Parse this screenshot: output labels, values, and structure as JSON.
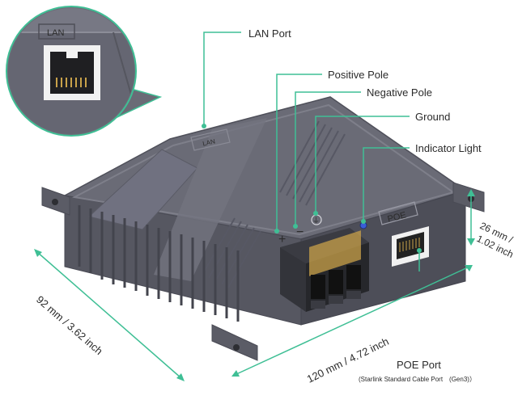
{
  "callouts": {
    "lan_port": "LAN Port",
    "positive_pole": "Positive Pole",
    "negative_pole": "Negative Pole",
    "ground": "Ground",
    "indicator_light": "Indicator Light",
    "poe_port": "POE Port",
    "poe_port_sub": "(Starlink Standard Cable Port　(Gen3)）"
  },
  "dimensions": {
    "depth": "92 mm / 3.62 inch",
    "width": "120 mm / 4.72 inch",
    "height_line1": "26 mm /",
    "height_line2": "1.02 inch"
  },
  "device_marks": {
    "lan_zoom_tag": "LAN",
    "lan_body_tag": "LAN",
    "poe_tag": "POE",
    "plus": "+",
    "minus": "−",
    "ground_symbol": "⏚"
  },
  "colors": {
    "accent": "#3fbf95",
    "body": "#60616c",
    "body_dark": "#474852",
    "body_light": "#7a7b86",
    "terminal": "#2a2a2c",
    "terminal_glass": "#c9a24a"
  }
}
